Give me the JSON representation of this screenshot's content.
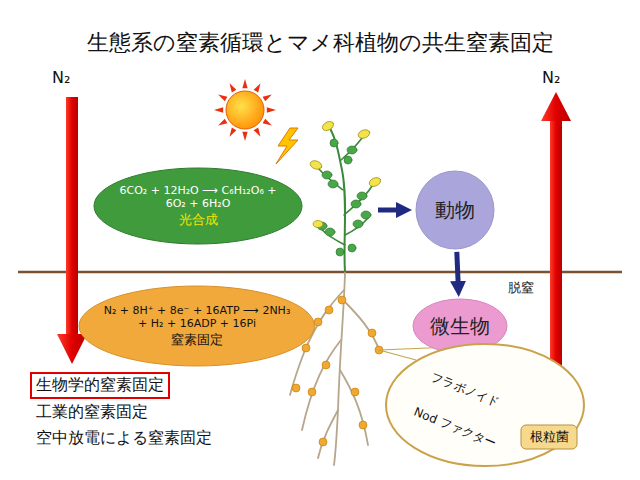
{
  "diagram": {
    "title": "生態系の窒素循環とマメ科植物の共生窒素固定",
    "nodes": [
      {
        "text": [
          "6CO₂ + 12H₂O ⟶ C₆H₁₂O₆ + 6O₂ + 6H₂O",
          "光合成"
        ]
      },
      {
        "text": [
          "動物"
        ]
      },
      {
        "text": [
          "微生物"
        ]
      },
      {
        "text": [
          "N₂ + 8H⁺ + 8e⁻ + 16ATP ⟶ 2NH₃ + H₂ + 16ADP + 16Pi",
          "窒素固定"
        ]
      },
      {
        "text": [
          "フラボノイド",
          "Nod ファクター"
        ]
      },
      {
        "text": [
          "根粒菌"
        ],
        "in": 4
      }
    ],
    "edges": [
      {
        "from": 1,
        "to": 2,
        "arrow": "to"
      }
    ],
    "labels": [
      "N₂",
      "N₂",
      "脱窒",
      "生物学的窒素固定",
      "工業的窒素固定",
      "空中放電による窒素固定"
    ]
  }
}
